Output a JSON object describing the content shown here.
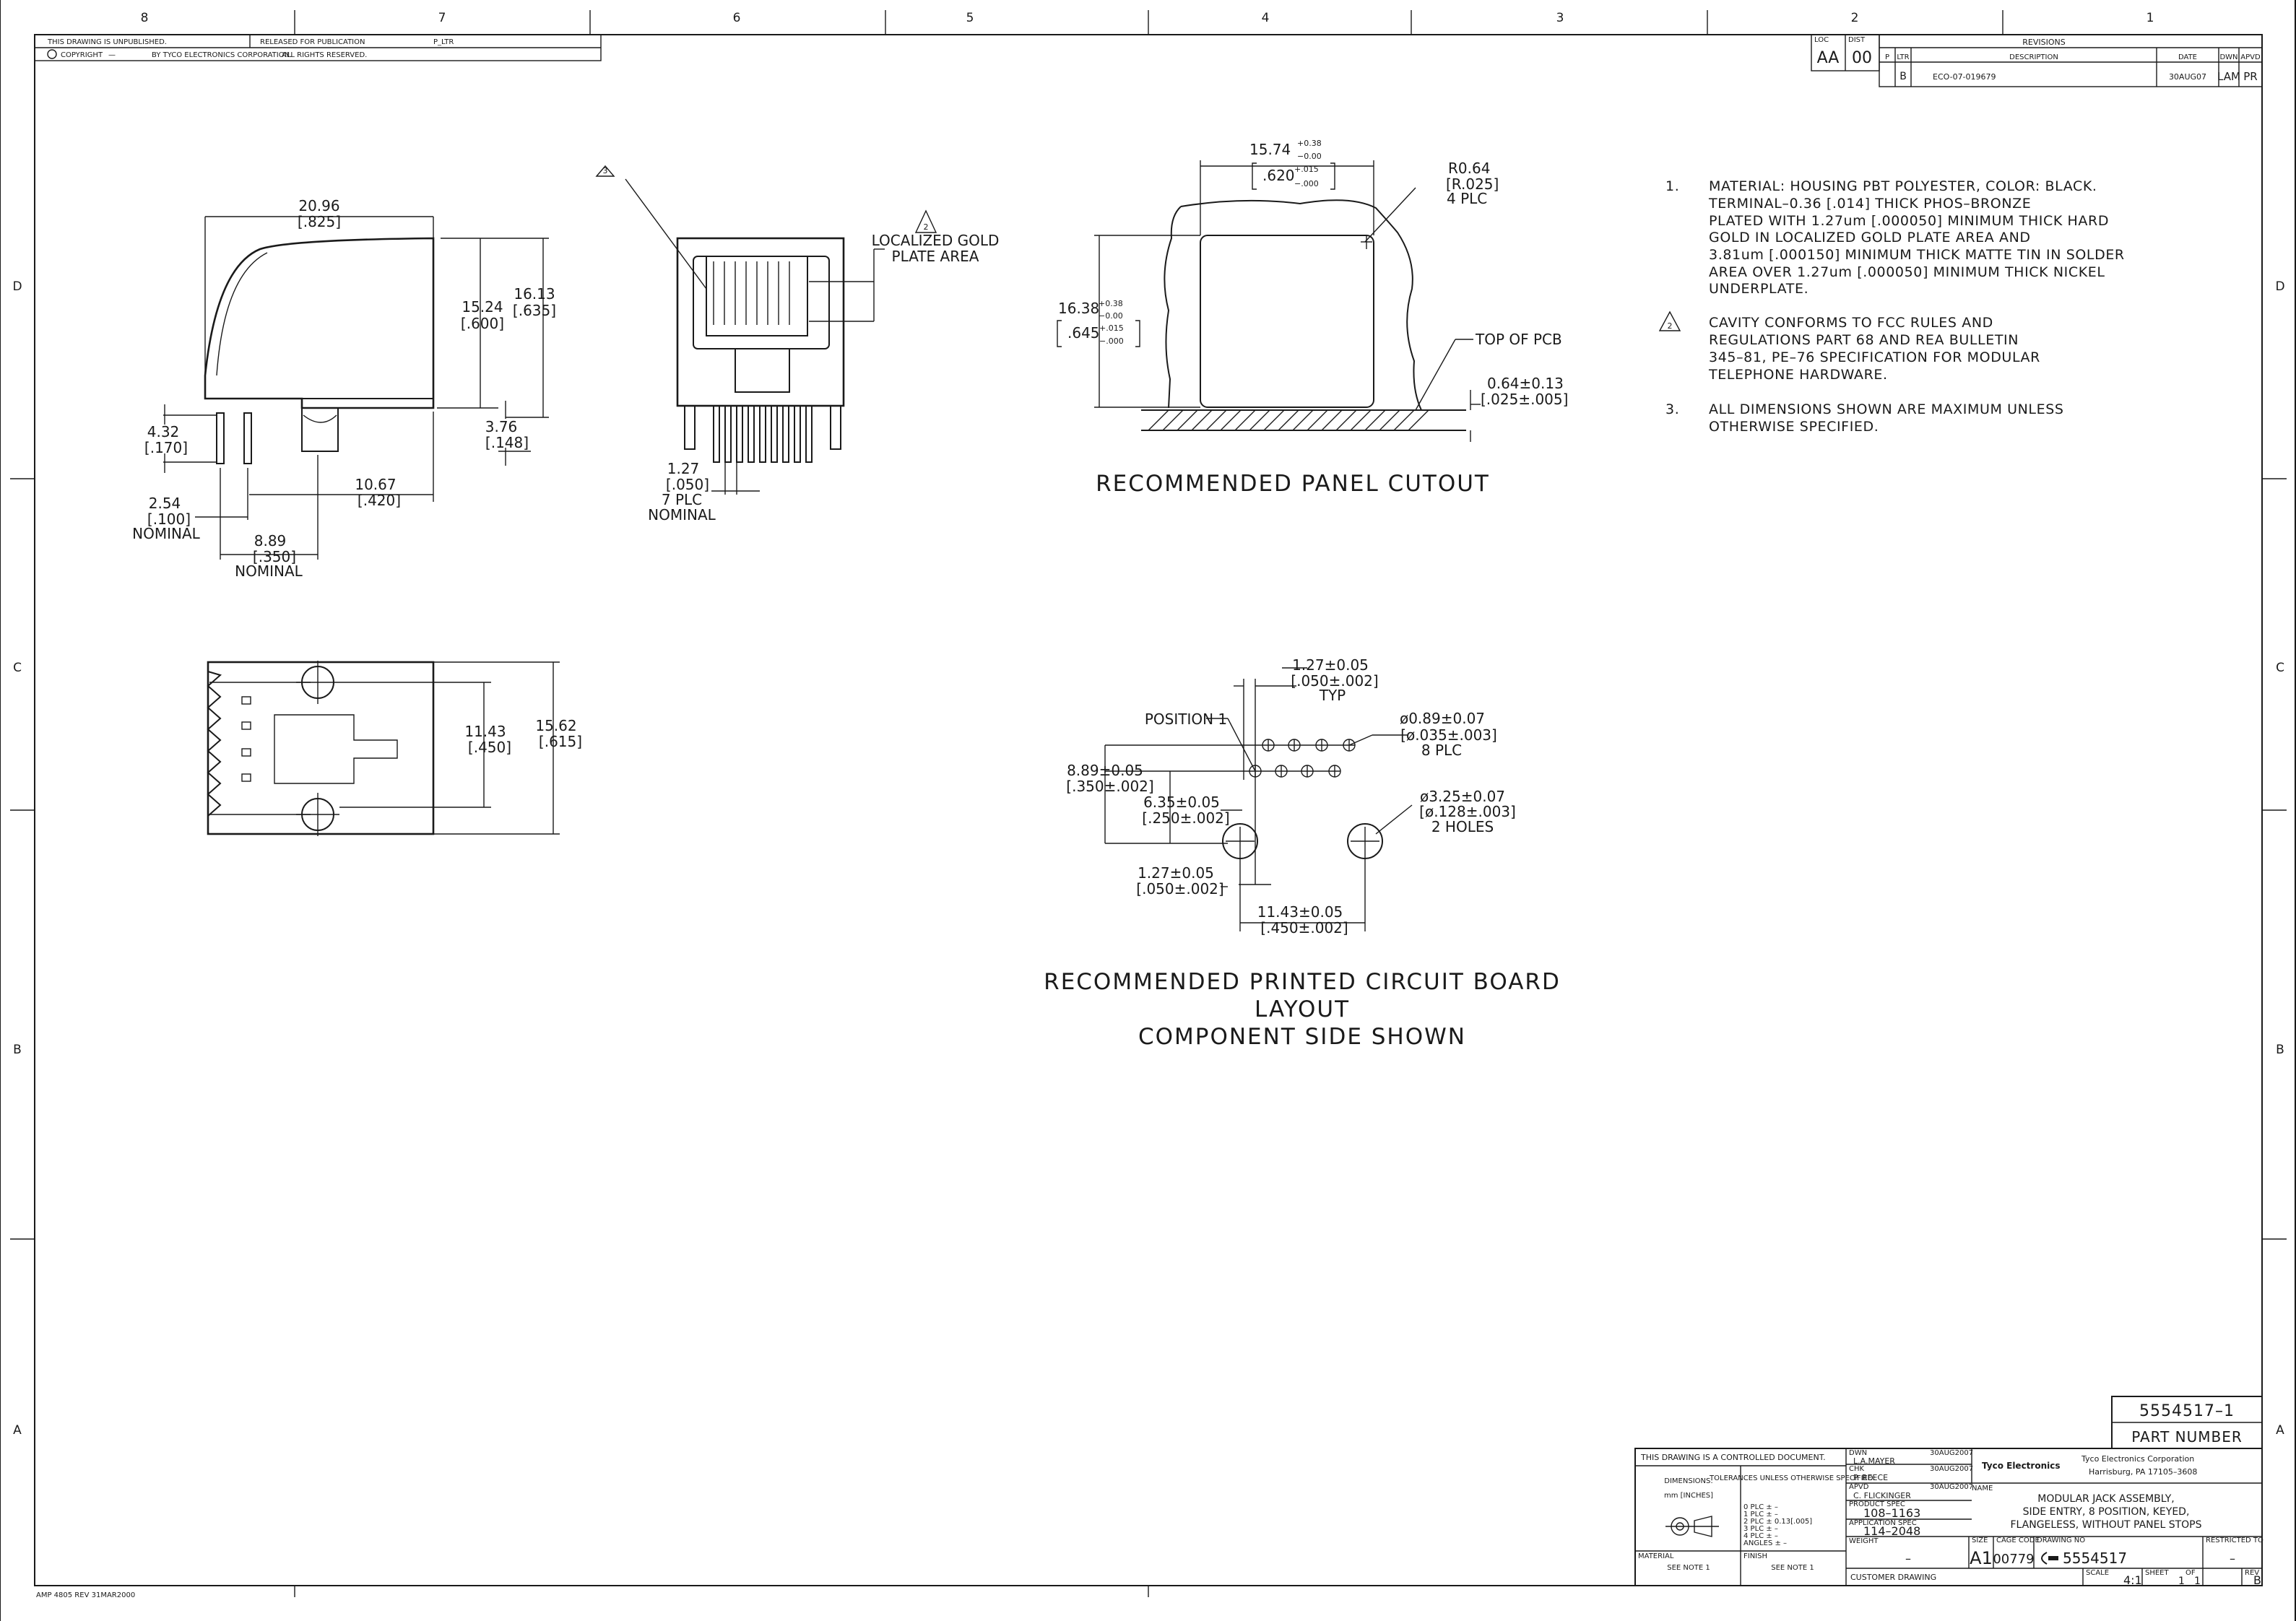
{
  "border": {
    "top_zones": [
      "8",
      "7",
      "6",
      "5",
      "4",
      "3",
      "2",
      "1"
    ],
    "side_zones": [
      "D",
      "C",
      "B",
      "A"
    ]
  },
  "header": {
    "unpublished": "THIS DRAWING IS UNPUBLISHED.",
    "released": "RELEASED FOR PUBLICATION",
    "released_mark": "P_LTR",
    "copyright_label": "COPYRIGHT",
    "copyright_dash": "—",
    "copyright_by": "BY TYCO ELECTRONICS CORPORATION.",
    "rights": "ALL RIGHTS RESERVED."
  },
  "loc_dist": {
    "loc_label": "LOC",
    "loc": "AA",
    "dist_label": "DIST",
    "dist": "00"
  },
  "revisions": {
    "title": "REVISIONS",
    "col_p": "P",
    "col_ltr": "LTR",
    "col_desc": "DESCRIPTION",
    "col_date": "DATE",
    "col_dwn": "DWN",
    "col_apvd": "APVD",
    "rows": [
      {
        "ltr": "B",
        "desc": "ECO-07-019679",
        "date": "30AUG07",
        "dwn": "LAM",
        "apvd": "PR"
      }
    ]
  },
  "side_view": {
    "w": "20.96",
    "w_in": "[.825]",
    "h1": "15.24",
    "h1_in": "[.600]",
    "h2": "16.13",
    "h2_in": "[.635]",
    "post": "4.32",
    "post_in": "[.170]",
    "tail": "3.76",
    "tail_in": "[.148]",
    "off": "10.67",
    "off_in": "[.420]",
    "pitch": "2.54",
    "pitch_in": "[.100]",
    "pitch_note": "NOMINAL",
    "span": "8.89",
    "span_in": "[.350]",
    "span_note": "NOMINAL"
  },
  "front_view": {
    "note3": "3",
    "note2": "2",
    "gold1": "LOCALIZED GOLD",
    "gold2": "PLATE AREA",
    "pitch": "1.27",
    "pitch_in": "[.050]",
    "plc": "7 PLC",
    "nominal": "NOMINAL"
  },
  "bottom_view": {
    "h1": "11.43",
    "h1_in": "[.450]",
    "h2": "15.62",
    "h2_in": "[.615]"
  },
  "panel": {
    "w": "15.74",
    "w_plus": "+0.38",
    "w_minus": "−0.00",
    "w_in": ".620",
    "w_in_plus": "+.015",
    "w_in_minus": "−.000",
    "h": "16.38",
    "h_plus": "+0.38",
    "h_minus": "−0.00",
    "h_in": ".645",
    "h_in_plus": "+.015",
    "h_in_minus": "−.000",
    "r": "R0.64",
    "r_in": "[R.025]",
    "r_plc": "4 PLC",
    "pcb": "TOP OF PCB",
    "gap": "0.64±0.13",
    "gap_in": "[.025±.005]",
    "title": "RECOMMENDED PANEL CUTOUT"
  },
  "pcb_layout": {
    "pitch": "1.27±0.05",
    "pitch_in": "[.050±.002]",
    "typ": "TYP",
    "pos1": "POSITION 1",
    "hole": "ø0.89±0.07",
    "hole_in": "[ø.035±.003]",
    "hole_plc": "8 PLC",
    "row": "8.89±0.05",
    "row_in": "[.350±.002]",
    "big": "ø3.25±0.07",
    "big_in": "[ø.128±.003]",
    "big_n": "2 HOLES",
    "v": "6.35±0.05",
    "v_in": "[.250±.002]",
    "off": "1.27±0.05",
    "off_in": "[.050±.002]",
    "span": "11.43±0.05",
    "span_in": "[.450±.002]",
    "title1": "RECOMMENDED PRINTED CIRCUIT BOARD",
    "title2": "LAYOUT",
    "title3": "COMPONENT SIDE SHOWN"
  },
  "notes": [
    {
      "num": "1.",
      "lines": [
        "MATERIAL: HOUSING PBT POLYESTER, COLOR: BLACK.",
        "TERMINAL–0.36 [.014] THICK PHOS–BRONZE",
        "PLATED WITH 1.27um [.000050] MINIMUM THICK HARD",
        "GOLD IN LOCALIZED GOLD PLATE AREA AND",
        "3.81um [.000150] MINIMUM THICK MATTE TIN IN SOLDER",
        "AREA OVER 1.27um [.000050] MINIMUM THICK NICKEL",
        "UNDERPLATE."
      ]
    },
    {
      "num": "2",
      "lines": [
        "CAVITY CONFORMS TO FCC RULES AND",
        "REGULATIONS PART 68 AND REA BULLETIN",
        "345–81, PE–76 SPECIFICATION FOR MODULAR",
        "TELEPHONE HARDWARE."
      ]
    },
    {
      "num": "3.",
      "lines": [
        "ALL DIMENSIONS SHOWN ARE MAXIMUM UNLESS",
        "OTHERWISE SPECIFIED."
      ]
    }
  ],
  "title_block": {
    "part_number": "5554517–1",
    "part_label": "PART NUMBER",
    "controlled": "THIS DRAWING IS A CONTROLLED DOCUMENT.",
    "dimensions_label": "DIMENSIONS:",
    "dimensions_unit": "mm [INCHES]",
    "tol_label": "TOLERANCES UNLESS OTHERWISE SPECIFIED:",
    "tol_rows": [
      "0 PLC  ± –",
      "1 PLC  ± –",
      "2 PLC  ± 0.13[.005]",
      "3 PLC  ± –",
      "4 PLC  ± –",
      "ANGLES  ± –"
    ],
    "material_label": "MATERIAL",
    "material": "SEE NOTE 1",
    "finish_label": "FINISH",
    "finish": "SEE NOTE 1",
    "dwn_label": "DWN",
    "dwn": "L.A.MAYER",
    "dwn_date": "30AUG2007",
    "chk_label": "CHK",
    "chk": "P. REECE",
    "chk_date": "30AUG2007",
    "appvd_label": "APVD",
    "appvd": "C. FLICKINGER",
    "appvd_date": "30AUG2007",
    "product_spec_label": "PRODUCT SPEC",
    "product_spec": "108–1163",
    "app_spec_label": "APPLICATION SPEC",
    "app_spec": "114–2048",
    "weight_label": "WEIGHT",
    "weight": "–",
    "company_logo": "Tyco Electronics",
    "company": "Tyco Electronics Corporation",
    "company_addr": "Harrisburg, PA 17105–3608",
    "name_label": "NAME",
    "name1": "MODULAR JACK ASSEMBLY,",
    "name2": "SIDE ENTRY, 8 POSITION, KEYED,",
    "name3": "FLANGELESS, WITHOUT PANEL STOPS",
    "size_label": "SIZE",
    "size": "A1",
    "cage_label": "CAGE CODE",
    "cage": "00779",
    "dwg_label": "DRAWING NO",
    "dwg": "5554517",
    "restricted_label": "RESTRICTED TO",
    "restricted": "–",
    "customer": "CUSTOMER DRAWING",
    "scale_label": "SCALE",
    "scale": "4:1",
    "sheet_label": "SHEET",
    "sheet": "1",
    "of_label": "OF",
    "of": "1",
    "rev_label": "REV",
    "rev": "B"
  },
  "footer": "AMP 4805 REV 31MAR2000"
}
